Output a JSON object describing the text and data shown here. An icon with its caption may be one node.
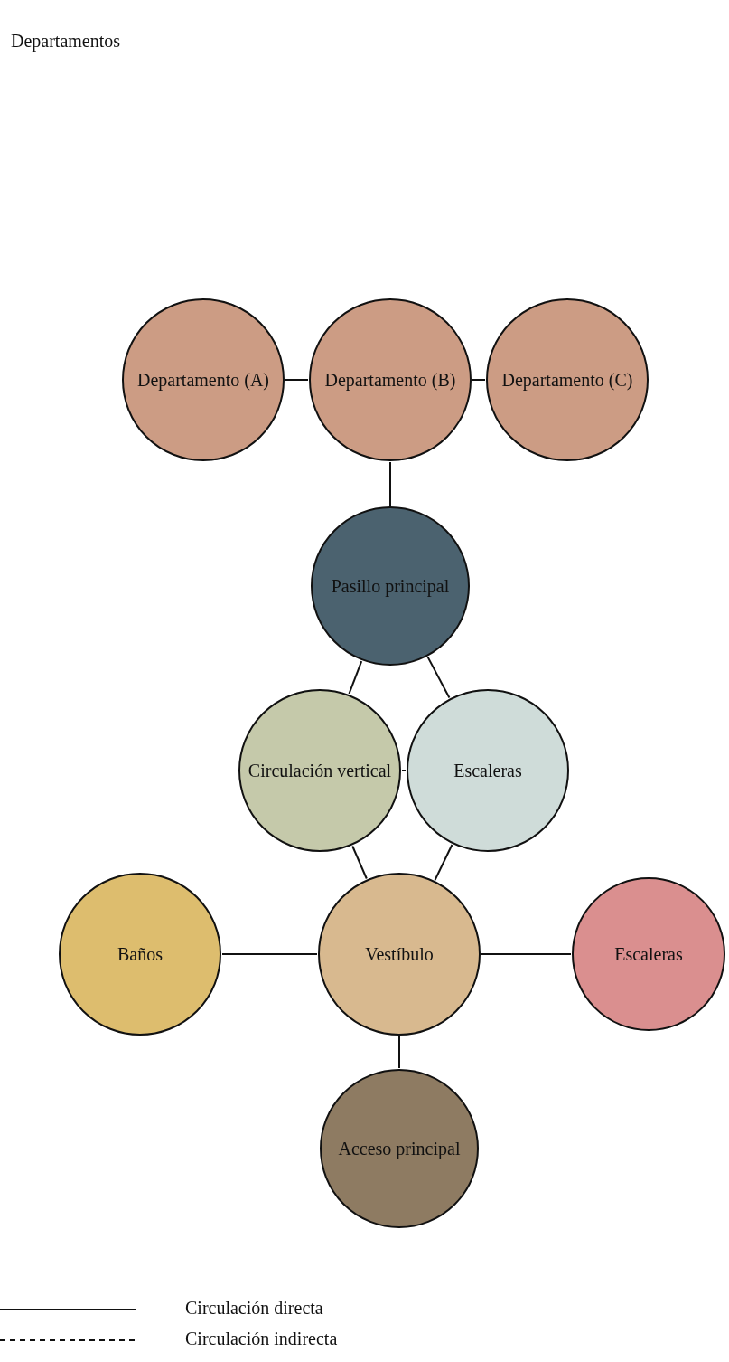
{
  "diagram": {
    "title": "Departamentos",
    "nodes": [
      {
        "text": [
          "Departamento (A)"
        ]
      },
      {
        "text": [
          "Departamento (B)"
        ]
      },
      {
        "text": [
          "Departamento (C)"
        ]
      },
      {
        "text": [
          "Pasillo principal"
        ]
      },
      {
        "text": [
          "Circulación vertical"
        ]
      },
      {
        "text": [
          "Escaleras"
        ]
      },
      {
        "text": [
          "Baños"
        ]
      },
      {
        "text": [
          "Vestíbulo"
        ]
      },
      {
        "text": [
          "Escaleras"
        ]
      },
      {
        "text": [
          "Acceso principal"
        ]
      }
    ],
    "edges": [
      {
        "from": 0,
        "to": 1,
        "arrow": "none"
      },
      {
        "from": 1,
        "to": 2,
        "arrow": "none"
      },
      {
        "from": 1,
        "to": 3,
        "arrow": "none"
      },
      {
        "from": 3,
        "to": 4,
        "arrow": "none"
      },
      {
        "from": 3,
        "to": 5,
        "arrow": "none"
      },
      {
        "from": 4,
        "to": 5,
        "arrow": "none"
      },
      {
        "from": 4,
        "to": 7,
        "arrow": "none"
      },
      {
        "from": 5,
        "to": 7,
        "arrow": "none"
      },
      {
        "from": 6,
        "to": 7,
        "arrow": "none"
      },
      {
        "from": 7,
        "to": 8,
        "arrow": "none"
      },
      {
        "from": 7,
        "to": 9,
        "arrow": "none"
      }
    ],
    "legend": [
      {
        "text": "Circulación directa"
      },
      {
        "text": "Circulación indirecta"
      }
    ]
  }
}
